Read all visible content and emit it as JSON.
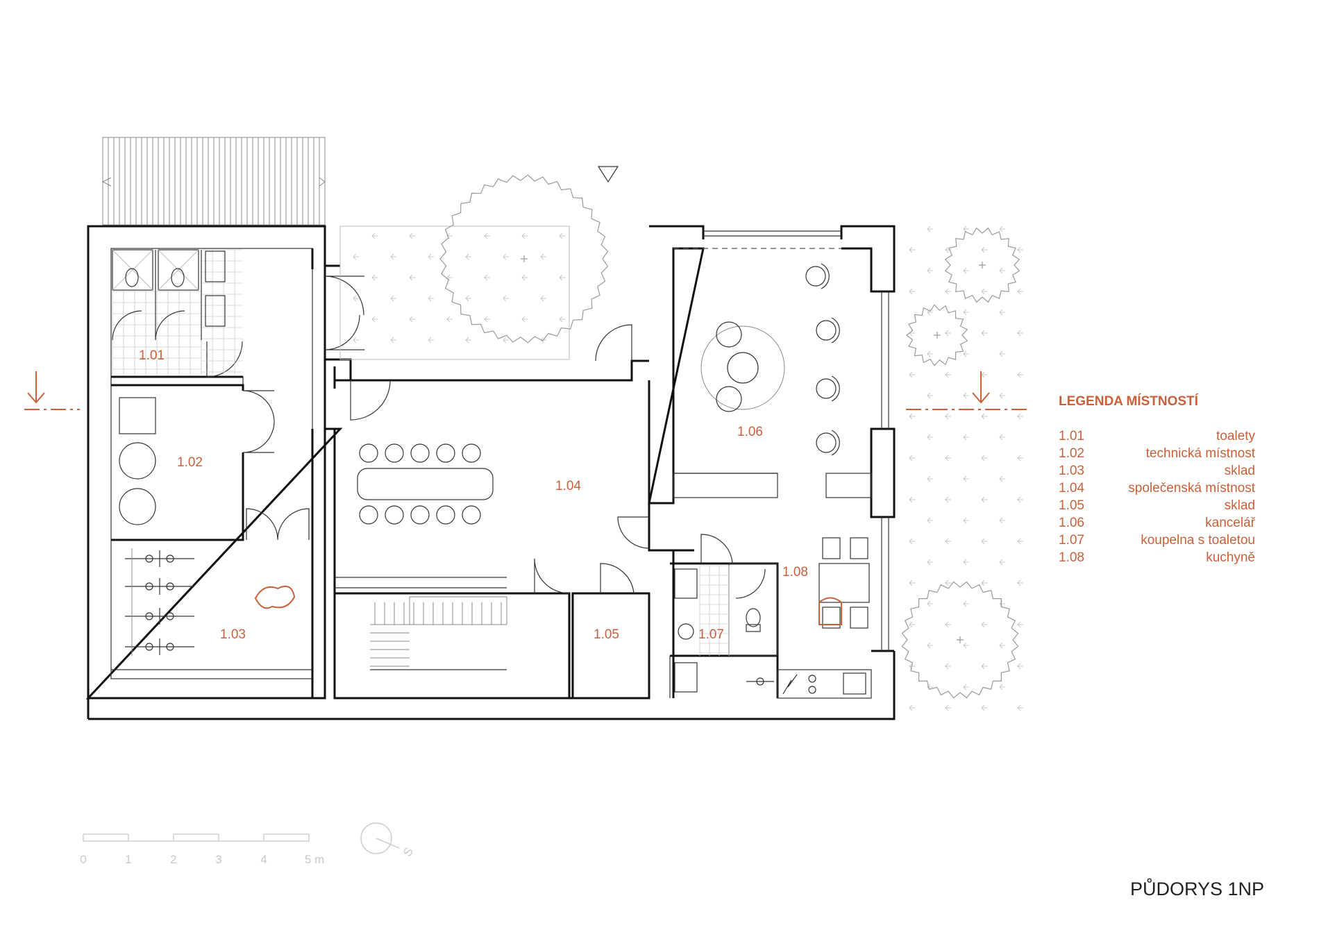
{
  "rooms": {
    "r101": "1.01",
    "r102": "1.02",
    "r103": "1.03",
    "r104": "1.04",
    "r105": "1.05",
    "r106": "1.06",
    "r107": "1.07",
    "r108": "1.08"
  },
  "legend": {
    "title": "LEGENDA MÍSTNOSTÍ",
    "items": [
      {
        "code": "1.01",
        "name": "toalety"
      },
      {
        "code": "1.02",
        "name": "technická místnost"
      },
      {
        "code": "1.03",
        "name": "sklad"
      },
      {
        "code": "1.04",
        "name": "společenská místnost"
      },
      {
        "code": "1.05",
        "name": "sklad"
      },
      {
        "code": "1.06",
        "name": "kancelář"
      },
      {
        "code": "1.07",
        "name": "koupelna s toaletou"
      },
      {
        "code": "1.08",
        "name": "kuchyně"
      }
    ]
  },
  "scale_bar": {
    "labels": [
      "0",
      "1",
      "2",
      "3",
      "4",
      "5 m"
    ]
  },
  "north": {
    "label": "S"
  },
  "sheet_title": "PŮDORYS 1NP",
  "colors": {
    "accent": "#c8603a",
    "wall": "#111111",
    "line": "#333333"
  }
}
